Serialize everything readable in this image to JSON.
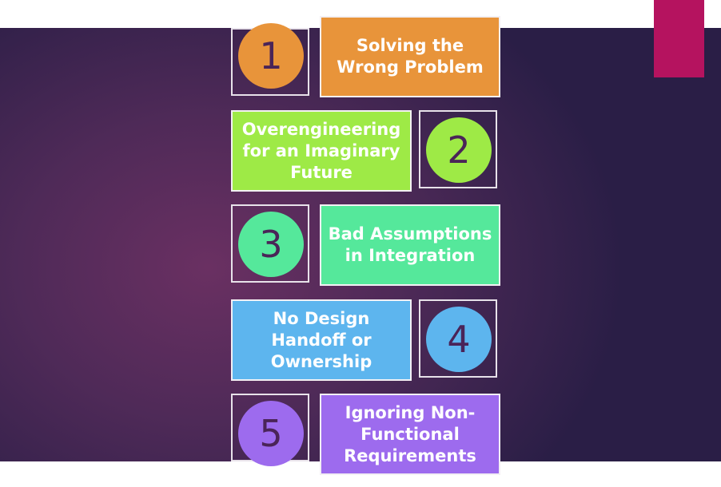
{
  "colors": {
    "accent": "#b5135f",
    "number_text": "#4a2458"
  },
  "items": [
    {
      "number": "1",
      "label": "Solving the Wrong Problem",
      "color": "#e8943a"
    },
    {
      "number": "2",
      "label": "Overengineering for an Imaginary Future",
      "color": "#9eea46"
    },
    {
      "number": "3",
      "label": "Bad Assumptions in Integration",
      "color": "#55e89b"
    },
    {
      "number": "4",
      "label": "No Design Handoff or Ownership",
      "color": "#5db5ee"
    },
    {
      "number": "5",
      "label": "Ignoring Non-Functional Requirements",
      "color": "#9d6bee"
    }
  ]
}
